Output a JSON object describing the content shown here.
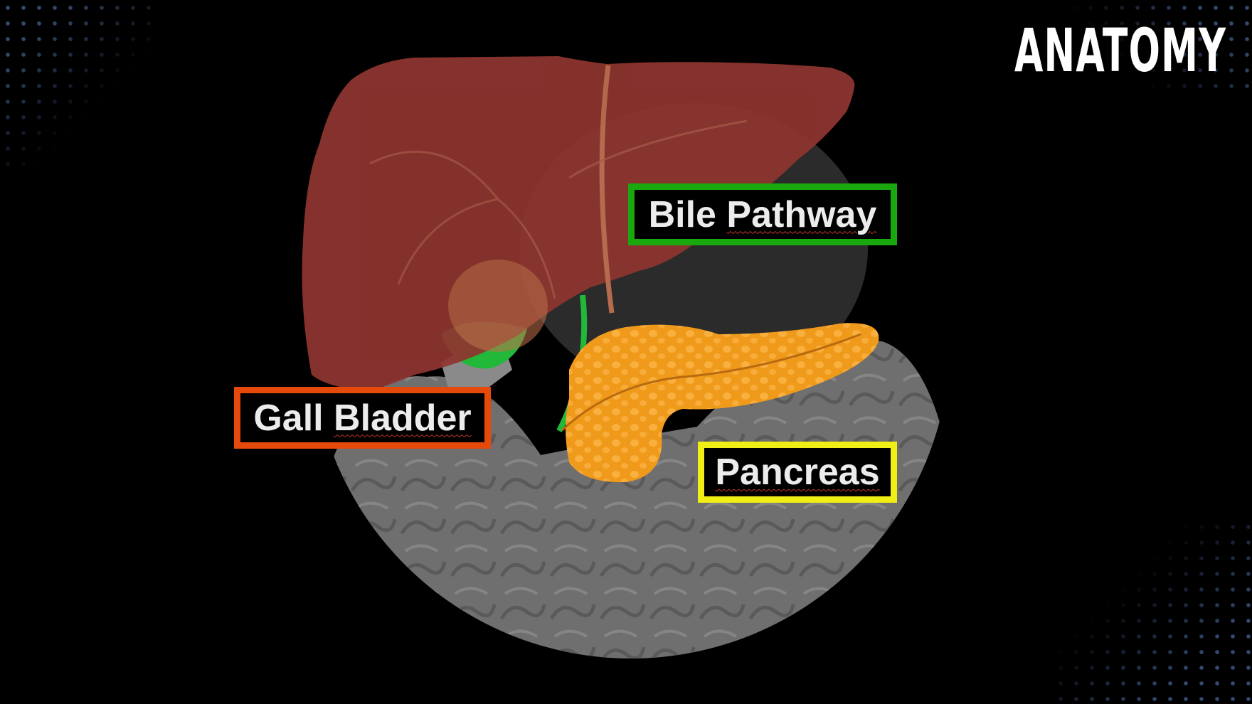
{
  "title": "ANATOMY",
  "labels": {
    "bile": {
      "first": "Bile",
      "second": "Pathway",
      "border_color": "#1aa80f"
    },
    "gall": {
      "first": "Gall",
      "second": "Bladder",
      "border_color": "#e64a0a"
    },
    "pancreas": {
      "first": "",
      "second": "Pancreas",
      "border_color": "#f0ee14"
    }
  },
  "colors": {
    "liver": "#8f3530",
    "pancreas": "#f09a1c",
    "gallbladder": "#22b83a",
    "intestine": "#6f6f6f",
    "stomach": "#2b2b2b",
    "dots": "#34496e"
  }
}
